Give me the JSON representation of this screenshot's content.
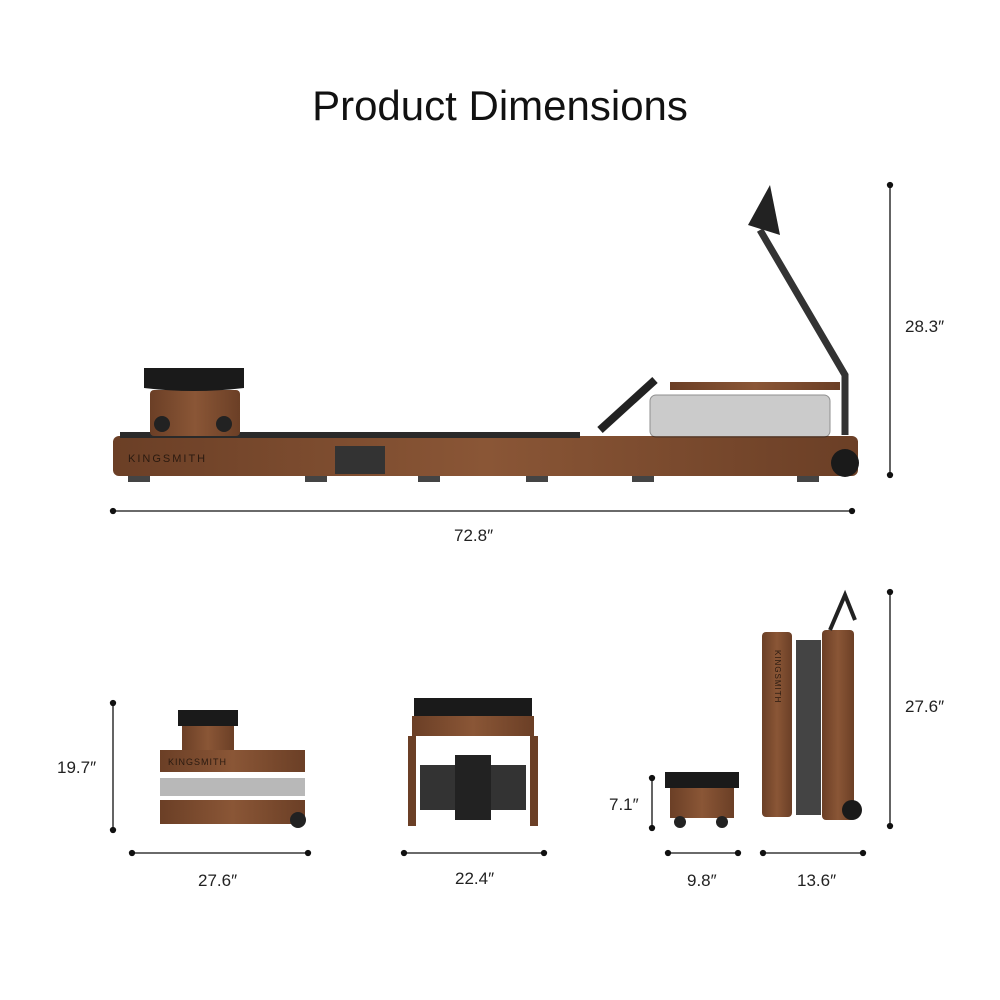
{
  "title": "Product Dimensions",
  "brand_logo": "KINGSMITH",
  "colors": {
    "wood": "#7a4a2e",
    "frame": "#2a2a2a",
    "text": "#111111"
  },
  "main_view": {
    "height": "28.3″",
    "length": "72.8″"
  },
  "folded_side_view": {
    "height": "19.7″",
    "length": "27.6″"
  },
  "front_view": {
    "width": "22.4″"
  },
  "seat_view": {
    "height": "7.1″",
    "width": "9.8″"
  },
  "upright_view": {
    "height": "27.6″",
    "depth": "13.6″"
  }
}
